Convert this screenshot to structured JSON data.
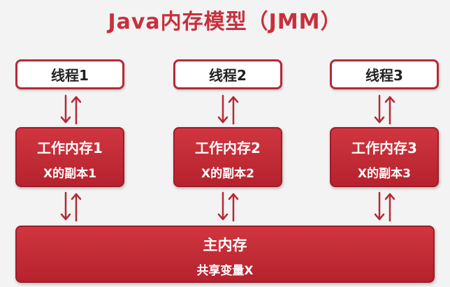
{
  "title": "Java内存模型（JMM）",
  "threads": [
    {
      "label": "线程1"
    },
    {
      "label": "线程2"
    },
    {
      "label": "线程3"
    }
  ],
  "working_memory": [
    {
      "title": "工作内存1",
      "copy": "X的副本1"
    },
    {
      "title": "工作内存2",
      "copy": "X的副本2"
    },
    {
      "title": "工作内存3",
      "copy": "X的副本3"
    }
  ],
  "main_memory": {
    "title": "主内存",
    "shared_var": "共享变量X"
  },
  "colors": {
    "accent": "#c8303d",
    "box_fill": "#c22d37",
    "arrow": "#b42a36",
    "background": "#f3f3f3"
  },
  "icons": [
    "arrow-down-icon",
    "arrow-up-icon"
  ]
}
